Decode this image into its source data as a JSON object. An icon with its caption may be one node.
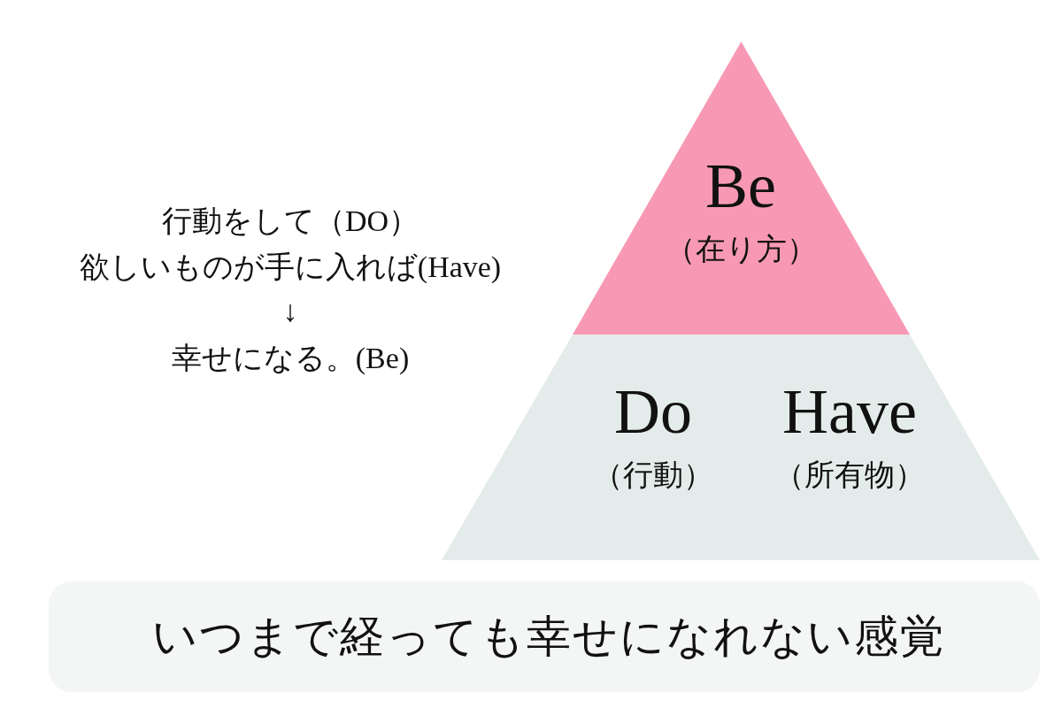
{
  "diagram": {
    "nodes": [
      {
        "text": [
          "Be",
          "（在り方）"
        ]
      },
      {
        "text": [
          "Do",
          "（行動）",
          "Have",
          "（所有物）"
        ]
      },
      {
        "text": [
          "いつまで経っても幸せになれない感覚"
        ]
      }
    ],
    "labels": [
      "行動をして（DO）",
      "欲しいものが手に入れば(Have)",
      "↓",
      "幸せになる。(Be)"
    ]
  }
}
